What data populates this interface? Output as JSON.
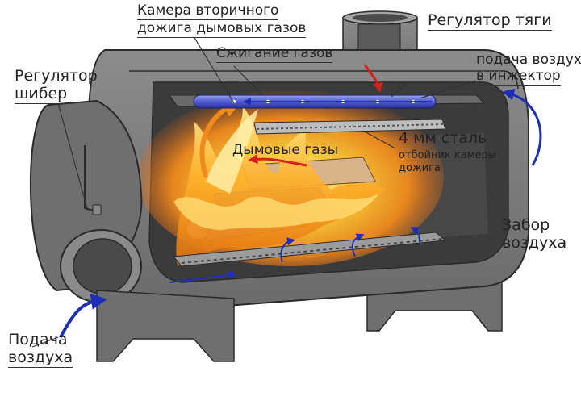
{
  "labels": {
    "secondary_chamber_l1": "Камера вторичного",
    "secondary_chamber_l2": "дожига дымовых газов",
    "gas_combustion": "Сжигание газов",
    "draft_regulator": "Регулятор тяги",
    "injector_air_l1": "подача воздуха",
    "injector_air_l2": "в инжектор",
    "damper_regulator_l1": "Регулятор",
    "damper_regulator_l2": "шибер",
    "smoke_gases": "Дымовые газы",
    "steel_4mm": "4 мм сталь",
    "baffle_l1": "отбойник камеры",
    "baffle_l2": "дожига",
    "air_intake_l1": "Забор",
    "air_intake_l2": "воздуха",
    "air_supply_l1": "Подача",
    "air_supply_l2": "воздуха"
  },
  "colors": {
    "body_gray": "#7a7a7a",
    "body_dark": "#555555",
    "body_light": "#a4a4a4",
    "interior": "#3b3b3b",
    "outline": "#2a2a2a",
    "flame_orange": "#f08a1c",
    "flame_yellow": "#ffd23a",
    "air_arrow": "#1d2fb8",
    "injector_pipe": "#4f5bd0"
  },
  "icons": [
    "air-flow-arrow",
    "flame",
    "firewood",
    "grate",
    "door-hinge"
  ]
}
